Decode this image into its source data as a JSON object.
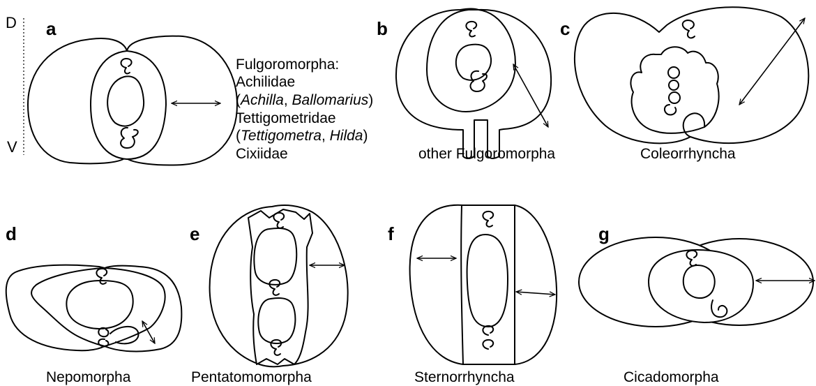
{
  "axis": {
    "dorsal": "D",
    "ventral": "V"
  },
  "panels": {
    "a": {
      "letter": "a"
    },
    "b": {
      "letter": "b",
      "caption": "other Fulgoromorpha"
    },
    "c": {
      "letter": "c",
      "caption": "Coleorrhyncha"
    },
    "d": {
      "letter": "d",
      "caption": "Nepomorpha"
    },
    "e": {
      "letter": "e",
      "caption": "Pentatomomorpha"
    },
    "f": {
      "letter": "f",
      "caption": "Sternorrhyncha"
    },
    "g": {
      "letter": "g",
      "caption": "Cicadomorpha"
    }
  },
  "legend_a": {
    "line1": "Fulgoromorpha:",
    "line2": "Achilidae",
    "line3_open": "(",
    "line3_genus1": "Achilla",
    "line3_sep": ", ",
    "line3_genus2": "Ballomarius",
    "line3_close": ")",
    "line4": "Tettigometridae",
    "line5_open": "(",
    "line5_genus1": "Tettigometra",
    "line5_sep": ", ",
    "line5_genus2": "Hilda",
    "line5_close": ")",
    "line6": "Cixiidae"
  }
}
